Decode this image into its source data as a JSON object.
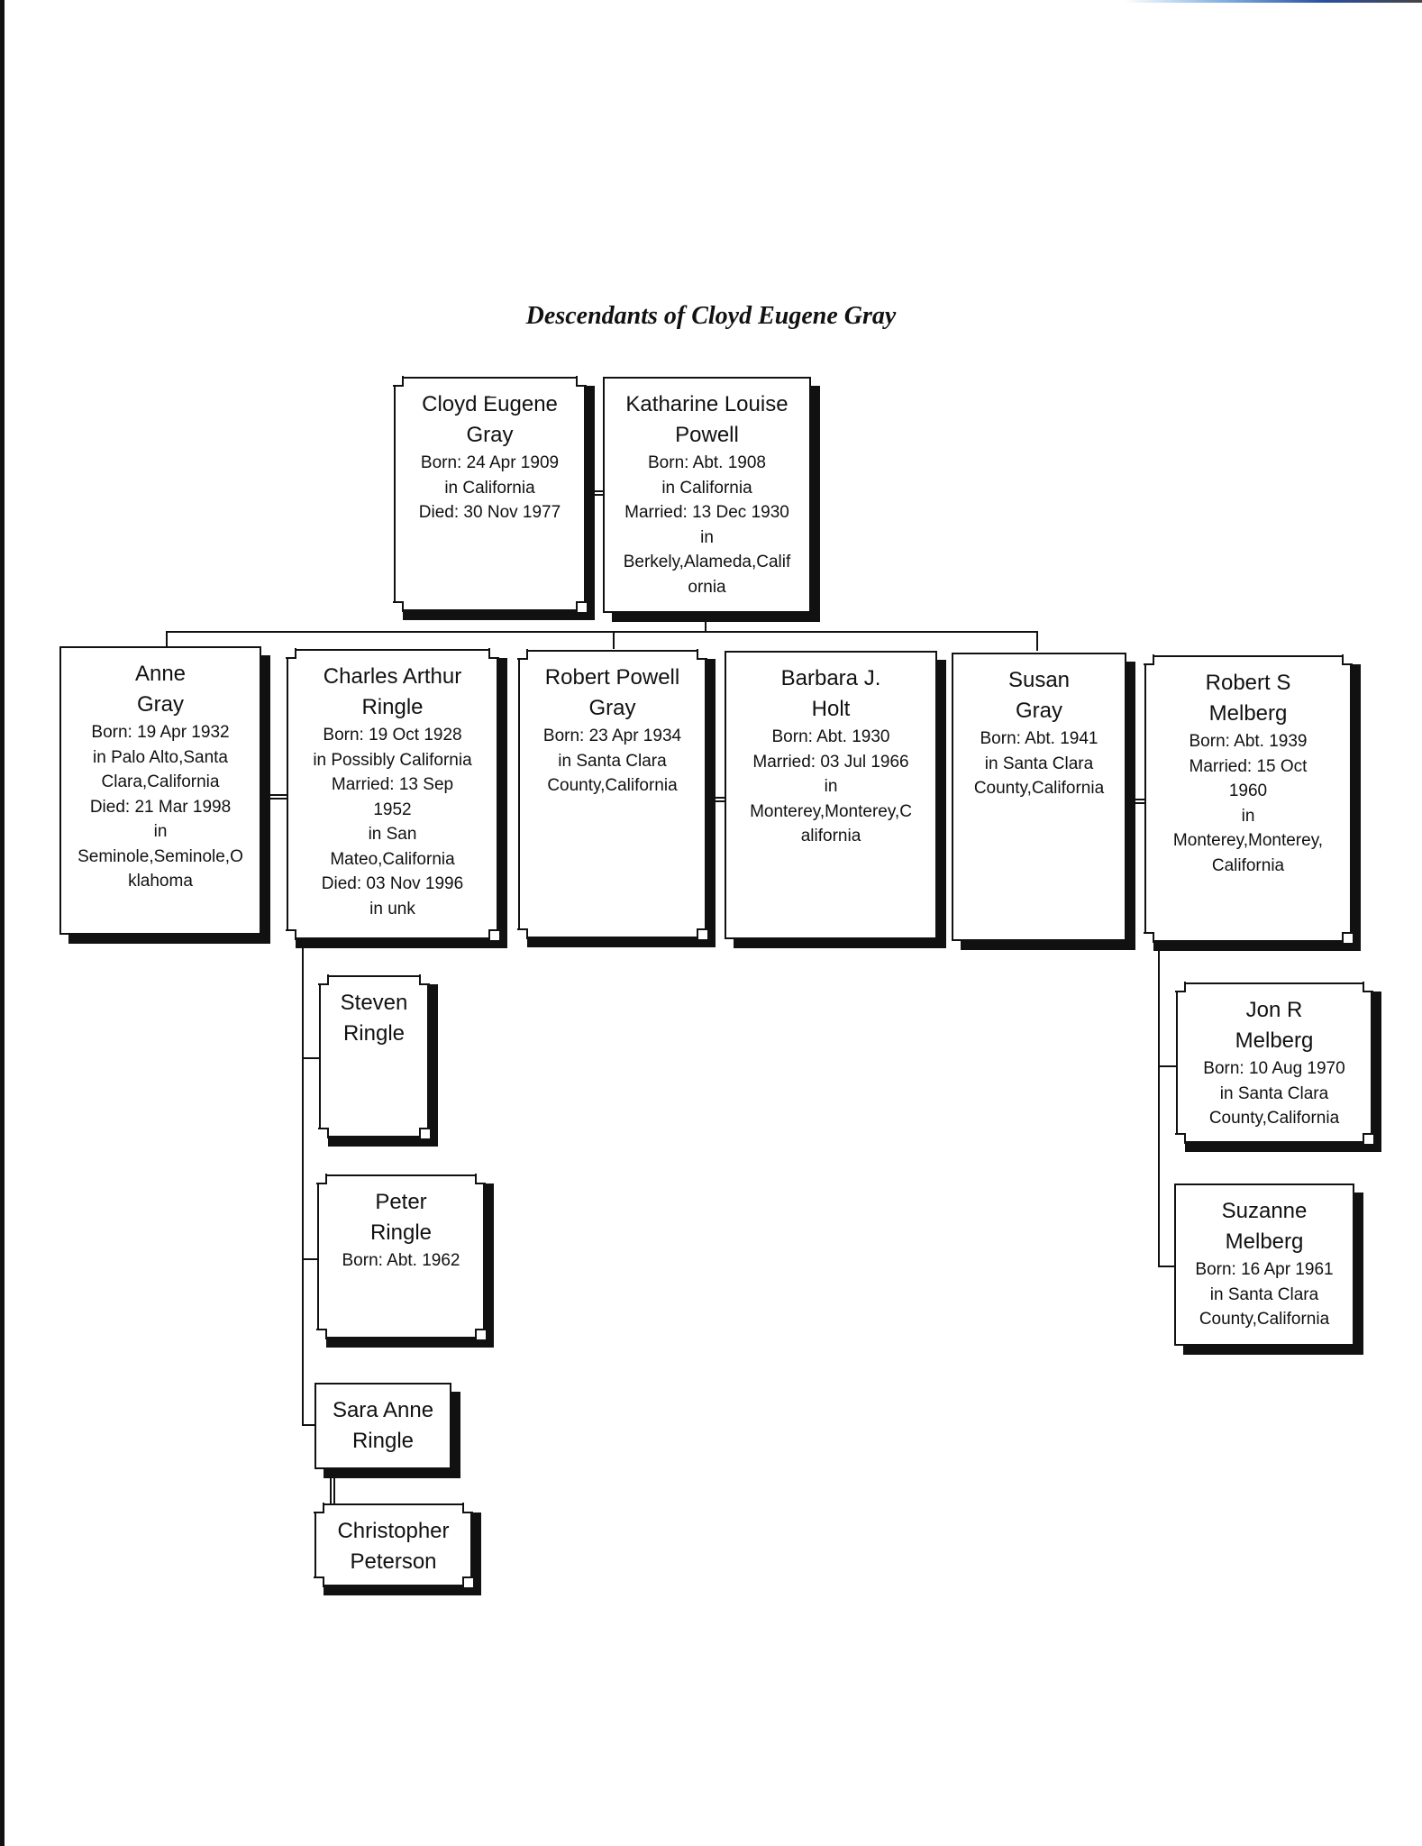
{
  "title": "Descendants of Cloyd Eugene Gray",
  "couple": {
    "husband": {
      "name": [
        "Cloyd Eugene",
        "Gray"
      ],
      "details": [
        "Born: 24 Apr 1909",
        "in California",
        "Died: 30 Nov 1977"
      ]
    },
    "wife": {
      "name": [
        "Katharine Louise",
        "Powell"
      ],
      "details": [
        "Born: Abt. 1908",
        "in California",
        "Married: 13 Dec 1930",
        "in",
        "Berkely,Alameda,Calif",
        "ornia"
      ]
    }
  },
  "children": [
    {
      "name": [
        "Anne",
        "Gray"
      ],
      "details": [
        "Born: 19 Apr 1932",
        "in Palo Alto,Santa",
        "Clara,California",
        "Died: 21 Mar 1998",
        "in",
        "Seminole,Seminole,O",
        "klahoma"
      ]
    },
    {
      "name": [
        "Charles Arthur",
        "Ringle"
      ],
      "details": [
        "Born: 19 Oct 1928",
        "in Possibly California",
        "Married: 13 Sep",
        "1952",
        "in San",
        "Mateo,California",
        "Died: 03 Nov 1996",
        "in unk"
      ]
    },
    {
      "name": [
        "Robert Powell",
        "Gray"
      ],
      "details": [
        "Born: 23 Apr 1934",
        "in Santa Clara",
        "County,California"
      ]
    },
    {
      "name": [
        "Barbara J.",
        "Holt"
      ],
      "details": [
        "Born: Abt. 1930",
        "Married: 03 Jul 1966",
        "in",
        "Monterey,Monterey,C",
        "alifornia"
      ]
    },
    {
      "name": [
        "Susan",
        "Gray"
      ],
      "details": [
        "Born: Abt. 1941",
        "in Santa Clara",
        "County,California"
      ]
    },
    {
      "name": [
        "Robert S",
        "Melberg"
      ],
      "details": [
        "Born: Abt. 1939",
        "Married: 15 Oct",
        "1960",
        "in",
        "Monterey,Monterey,",
        "California"
      ]
    }
  ],
  "grandchildren": [
    {
      "name": [
        "Steven",
        "Ringle"
      ],
      "details": []
    },
    {
      "name": [
        "Peter",
        "Ringle"
      ],
      "details": [
        "Born: Abt. 1962"
      ]
    },
    {
      "name": [
        "Sara Anne",
        "Ringle"
      ],
      "details": []
    },
    {
      "name": [
        "Christopher",
        "Peterson"
      ],
      "details": []
    },
    {
      "name": [
        "Jon R",
        "Melberg"
      ],
      "details": [
        "Born: 10 Aug 1970",
        "in Santa Clara",
        "County,California"
      ]
    },
    {
      "name": [
        "Suzanne",
        "Melberg"
      ],
      "details": [
        "Born: 16 Apr 1961",
        "in Santa Clara",
        "County,California"
      ]
    }
  ]
}
